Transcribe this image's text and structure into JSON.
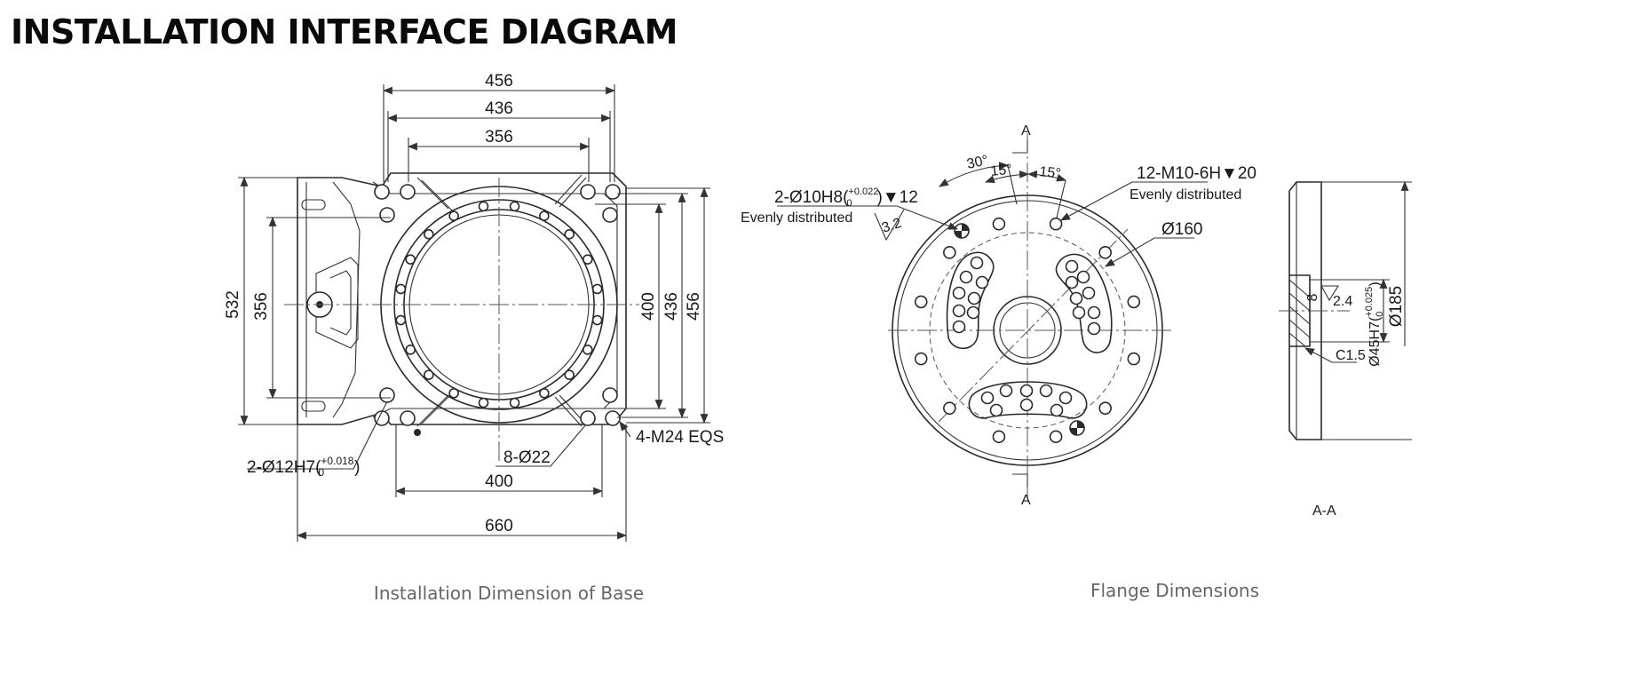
{
  "title": "INSTALLATION INTERFACE DIAGRAM",
  "base": {
    "caption": "Installation Dimension of Base",
    "dims": {
      "w456": "456",
      "w436": "436",
      "w356": "356",
      "h532": "532",
      "h356": "356",
      "h400": "400",
      "h436": "436",
      "h456": "456",
      "b400": "400",
      "b660": "660",
      "holes_m24": "4-M24 EQS",
      "holes_22": "8-Ø22",
      "pin_12": "2-Ø12H7(",
      "pin_12_tol_top": "+0.018",
      "pin_12_tol_bot": "0",
      "pin_12_close": ")"
    }
  },
  "flange": {
    "caption": "Flange Dimensions",
    "dims": {
      "section_top": "A",
      "section_bottom": "A",
      "ang30": "30°",
      "ang15a": "15°",
      "ang15b": "15°",
      "threads": "12-M10-6H▼20",
      "threads_note": "Evenly distributed",
      "pins": "2-Ø10H8(",
      "pins_tol_top": "+0.022",
      "pins_tol_bot": "0",
      "pins_close": ")▼12",
      "pins_note": "Evenly distributed",
      "roughness": "3.2",
      "pcd": "Ø160"
    }
  },
  "section": {
    "label": "A-A",
    "dims": {
      "d8": "8",
      "d24": "2.4",
      "bore": "Ø45H7(",
      "bore_tol_top": "+0.025",
      "bore_tol_bot": "0",
      "bore_close": ")",
      "od": "Ø185",
      "chamfer": "C1.5"
    }
  }
}
